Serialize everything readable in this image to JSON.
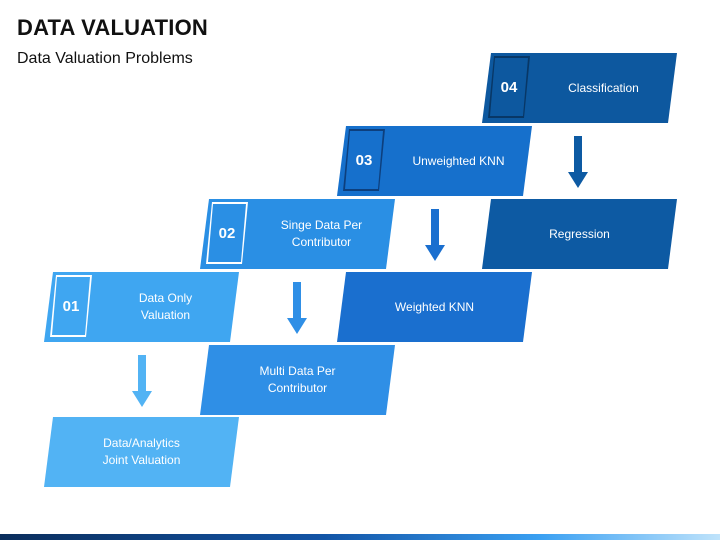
{
  "header": {
    "title": "DATA VALUATION",
    "subtitle": "Data Valuation Problems"
  },
  "colors": {
    "step1": "#3fa6f1",
    "step2": "#2a8fe4",
    "step3": "#1670cc",
    "step4": "#0d589f",
    "bottom1": "#52b3f4",
    "bottom2": "#2f8fe6",
    "bottom3": "#1a6fcf",
    "bottom4": "#0d5aa3"
  },
  "steps": [
    {
      "number": "01",
      "label": "Data Only\nValuation"
    },
    {
      "number": "02",
      "label": "Singe Data Per\nContributor"
    },
    {
      "number": "03",
      "label": "Unweighted KNN"
    },
    {
      "number": "04",
      "label": "Classification"
    }
  ],
  "results": [
    {
      "label": "Data/Analytics\nJoint Valuation"
    },
    {
      "label": "Multi Data Per\nContributor"
    },
    {
      "label": "Weighted KNN"
    },
    {
      "label": "Regression"
    }
  ],
  "arrows": [
    {
      "icon": "arrow-down-icon"
    },
    {
      "icon": "arrow-down-icon"
    },
    {
      "icon": "arrow-down-icon"
    },
    {
      "icon": "arrow-down-icon"
    }
  ]
}
